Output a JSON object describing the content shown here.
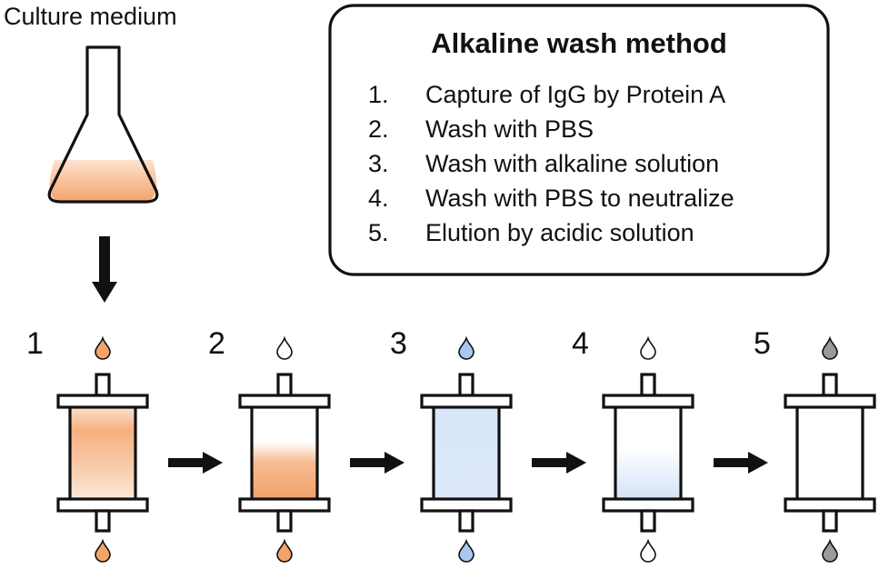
{
  "flask": {
    "label": "Culture medium"
  },
  "method_box": {
    "title": "Alkaline wash method",
    "steps": [
      {
        "number": "1.",
        "text": "Capture of IgG by Protein A"
      },
      {
        "number": "2.",
        "text": "Wash with PBS"
      },
      {
        "number": "3.",
        "text": "Wash with alkaline solution"
      },
      {
        "number": "4.",
        "text": "Wash with PBS to neutralize"
      },
      {
        "number": "5.",
        "text": "Elution by acidic solution"
      }
    ]
  },
  "columns": [
    {
      "number": "1",
      "drop_in": "orange",
      "drop_out": "orange",
      "fill": "orange-full"
    },
    {
      "number": "2",
      "drop_in": "white",
      "drop_out": "orange",
      "fill": "orange-bottom"
    },
    {
      "number": "3",
      "drop_in": "blue",
      "drop_out": "blue",
      "fill": "blue-full"
    },
    {
      "number": "4",
      "drop_in": "white",
      "drop_out": "white",
      "fill": "blue-bottom"
    },
    {
      "number": "5",
      "drop_in": "gray",
      "drop_out": "gray",
      "fill": "empty"
    }
  ],
  "colors": {
    "orange": "#f4a46a",
    "blue": "#a9c8ef",
    "gray": "#9a9a9a",
    "stroke": "#111111"
  }
}
